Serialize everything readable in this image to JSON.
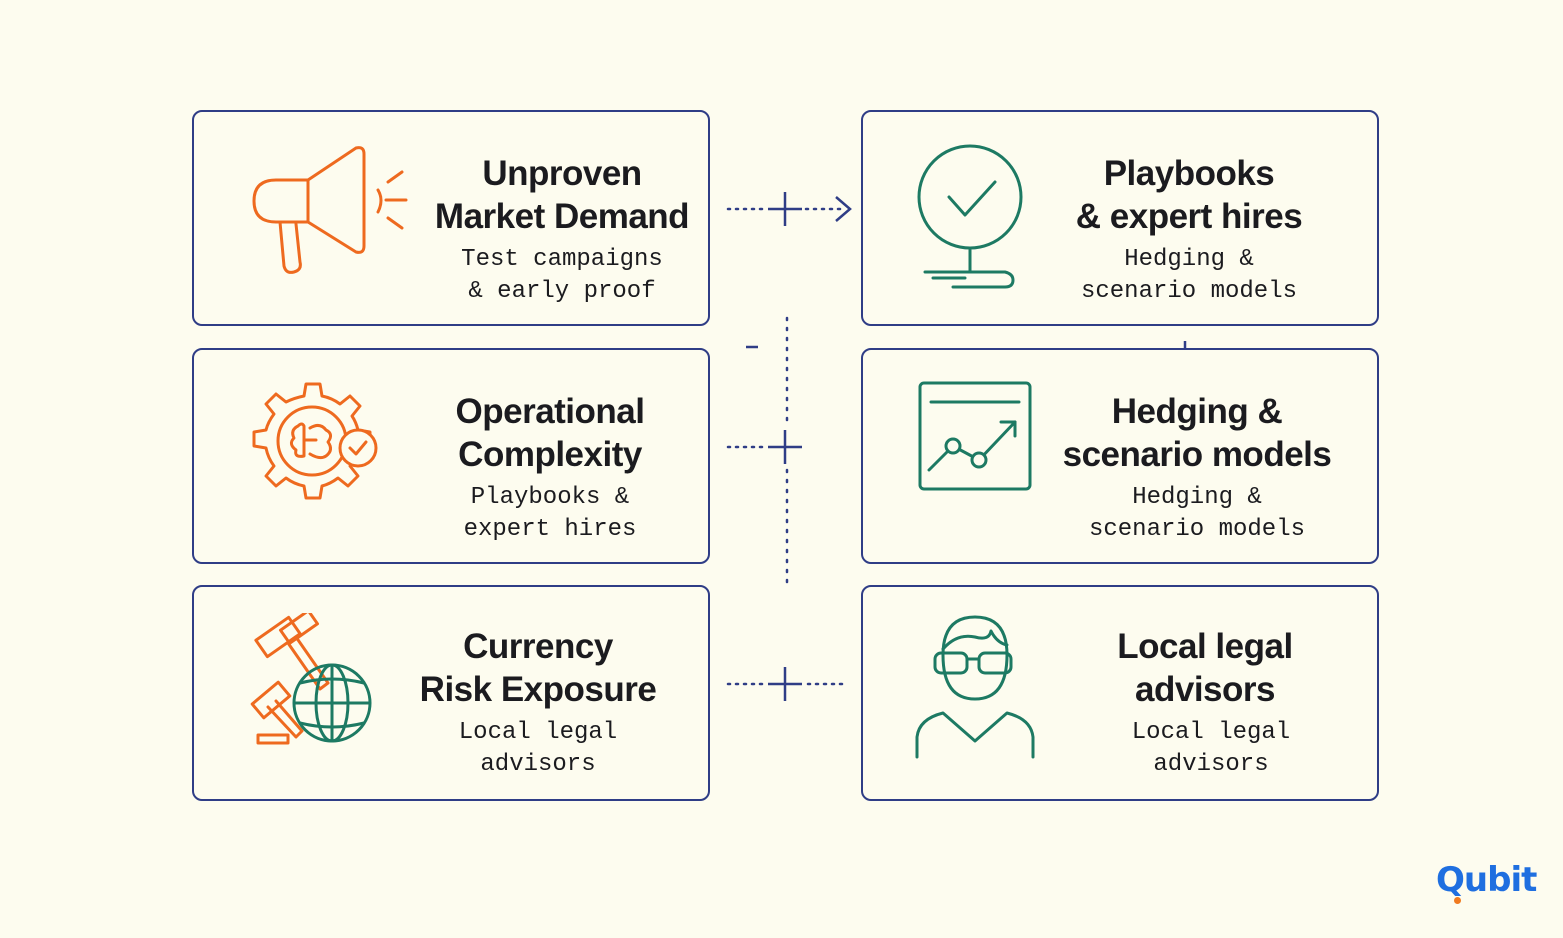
{
  "cards": [
    {
      "title": "Unproven\nMarket Demand",
      "subtitle": "Test campaigns\n& early proof",
      "icon": "megaphone-icon"
    },
    {
      "title": "Playbooks\n& expert hires",
      "subtitle": "Hedging &\nscenario models",
      "icon": "checkmark-circle-icon"
    },
    {
      "title": "Operational\nComplexity",
      "subtitle": "Playbooks &\nexpert hires",
      "icon": "gear-brain-icon"
    },
    {
      "title": "Hedging &\nscenario models",
      "subtitle": "Hedging &\nscenario models",
      "icon": "trend-chart-icon"
    },
    {
      "title": "Currency\nRisk Exposure",
      "subtitle": "Local legal\nadvisors",
      "icon": "gavel-globe-icon"
    },
    {
      "title": "Local legal\nadvisors",
      "subtitle": "Local legal\nadvisors",
      "icon": "advisor-person-icon"
    }
  ],
  "colors": {
    "border": "#2f3d86",
    "risk_icon": "#ee6a1f",
    "mitigation_icon": "#1d7a63",
    "background": "#fdfcef"
  },
  "brand": {
    "name": "Qubit"
  }
}
